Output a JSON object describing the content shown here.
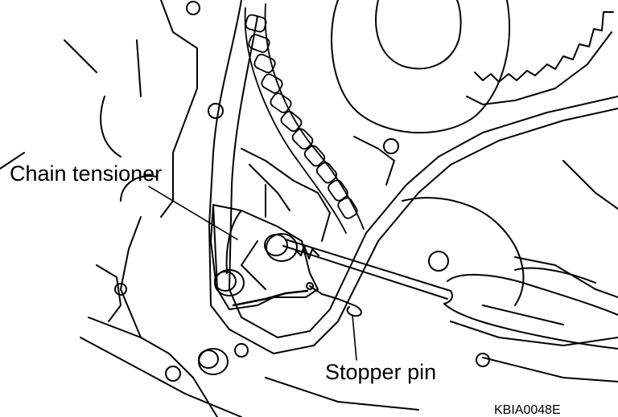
{
  "diagram": {
    "labels": {
      "chain_tensioner": "Chain tensioner",
      "stopper_pin": "Stopper pin"
    },
    "figure_code": "KBIA0048E",
    "colors": {
      "ink": "#000000",
      "paper": "#ffffff"
    }
  }
}
